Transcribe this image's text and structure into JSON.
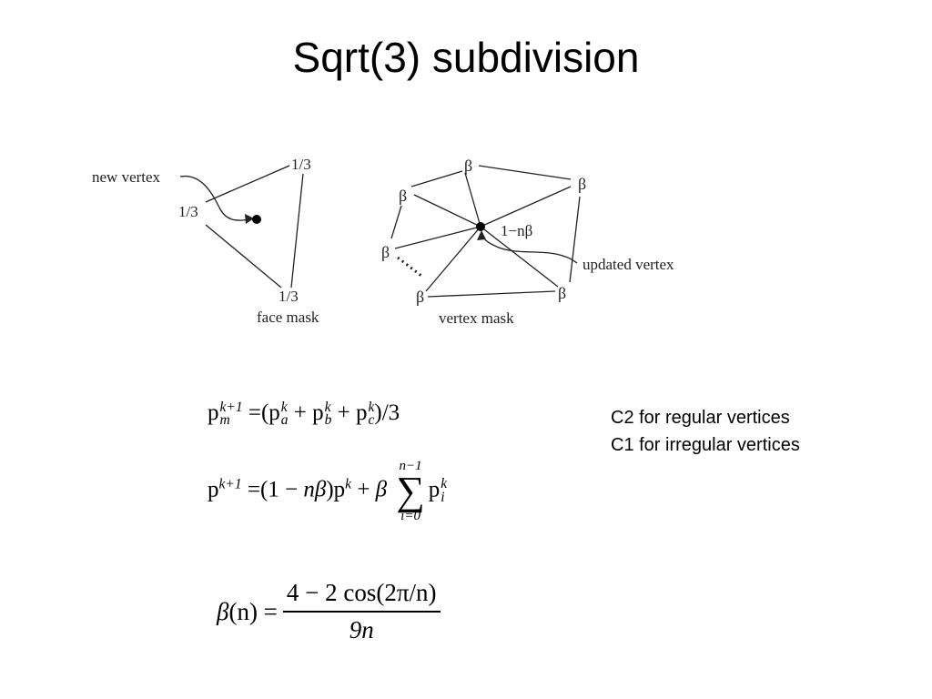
{
  "slide": {
    "title": "Sqrt(3) subdivision"
  },
  "face_mask": {
    "label_new_vertex": "new vertex",
    "weight_top": "1/3",
    "weight_left": "1/3",
    "weight_bottom": "1/3",
    "caption": "face mask"
  },
  "vertex_mask": {
    "beta": "β",
    "center_weight": "1−nβ",
    "label_updated_vertex": "updated vertex",
    "caption": "vertex mask"
  },
  "notes": {
    "line1": "C2 for regular vertices",
    "line2": "C1 for irregular vertices"
  },
  "equations": {
    "eq1": {
      "p": "p",
      "sup": "k+1",
      "sub_m": "m",
      "eqsign": "=",
      "body_open": "(p",
      "a": "a",
      "plus1": " + p",
      "b": "b",
      "plus2": " + p",
      "c": "c",
      "close": ")/3",
      "k": "k"
    },
    "eq2": {
      "p": "p",
      "sup": "k+1",
      "eqsign": " =",
      "body": "(1 − ",
      "n": "n",
      "beta": "β",
      "close": ")p",
      "plus": " + ",
      "beta2": "β",
      "lim_top": "n−1",
      "sigma": "∑",
      "lim_bot": "i=0",
      "pi": "p",
      "i": "i",
      "k": "k"
    },
    "eq3": {
      "lhs_beta": "β",
      "lhs_arg": "(n) =",
      "num": "4 − 2 cos(2π/n)",
      "den": "9n"
    }
  }
}
